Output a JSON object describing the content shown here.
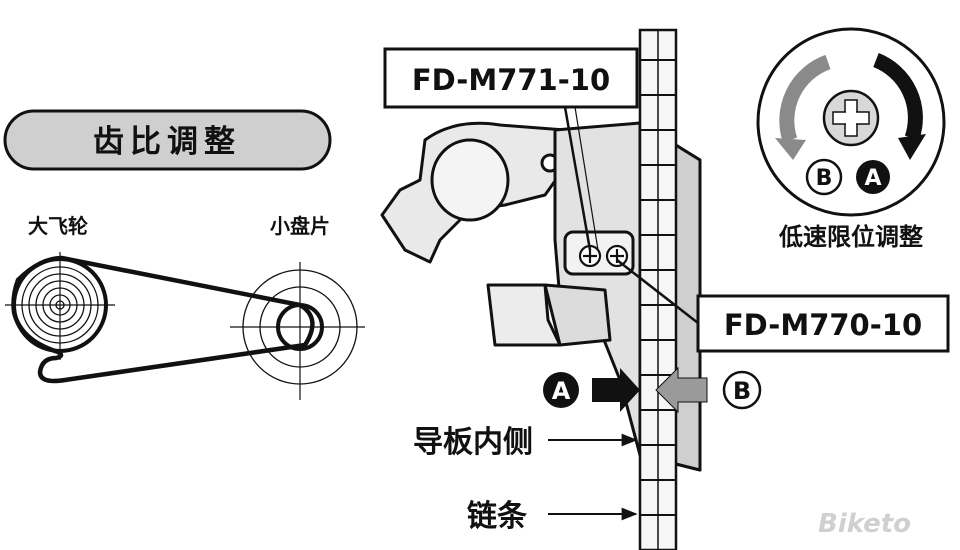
{
  "title_pill": {
    "label": "齿比调整"
  },
  "left_diagram": {
    "big_gear_label": "大飞轮",
    "small_chainring_label": "小盘片"
  },
  "callouts": {
    "model_top": "FD-M771-10",
    "model_bottom": "FD-M770-10",
    "marker_a": "A",
    "marker_b": "B",
    "cage_inner_label": "导板内侧",
    "chain_label": "链条"
  },
  "limit_dial": {
    "caption": "低速限位调整",
    "marker_a": "A",
    "marker_b": "B"
  },
  "watermark": {
    "text": "Biketo"
  }
}
